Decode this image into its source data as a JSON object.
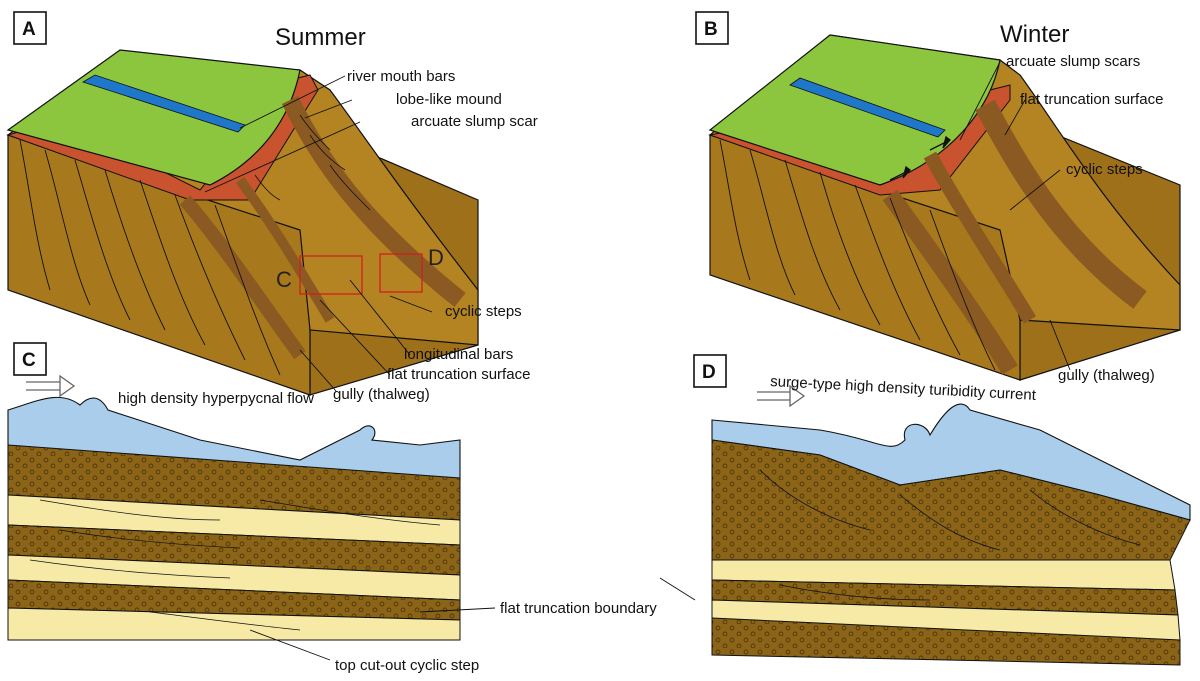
{
  "panels": {
    "a": {
      "letter": "A",
      "title": "Summer",
      "labels": [
        "river mouth bars",
        "lobe-like mound",
        "arcuate slump scar",
        "cyclic steps",
        "longitudinal bars",
        "flat truncation surface",
        "gully (thalweg)"
      ],
      "boxes": [
        "C",
        "D"
      ]
    },
    "b": {
      "letter": "B",
      "title": "Winter",
      "labels": [
        "arcuate slump scars",
        "flat truncation surface",
        "cyclic steps",
        "gully (thalweg)"
      ]
    },
    "c": {
      "letter": "C",
      "labels": [
        "high density hyperpycnal flow",
        "flat truncation boundary",
        "top cut-out cyclic step"
      ]
    },
    "d": {
      "letter": "D",
      "labels": [
        "surge-type high density turibidity current"
      ]
    }
  },
  "colors": {
    "land": "#8cc63f",
    "river": "#1f77c9",
    "delta_red": "#c8532e",
    "sediment": "#a8781c",
    "gully": "#8a5a22",
    "flow": "#a9cdeb",
    "sand_light": "#f6eaa6",
    "coarse": "#8b6418"
  }
}
